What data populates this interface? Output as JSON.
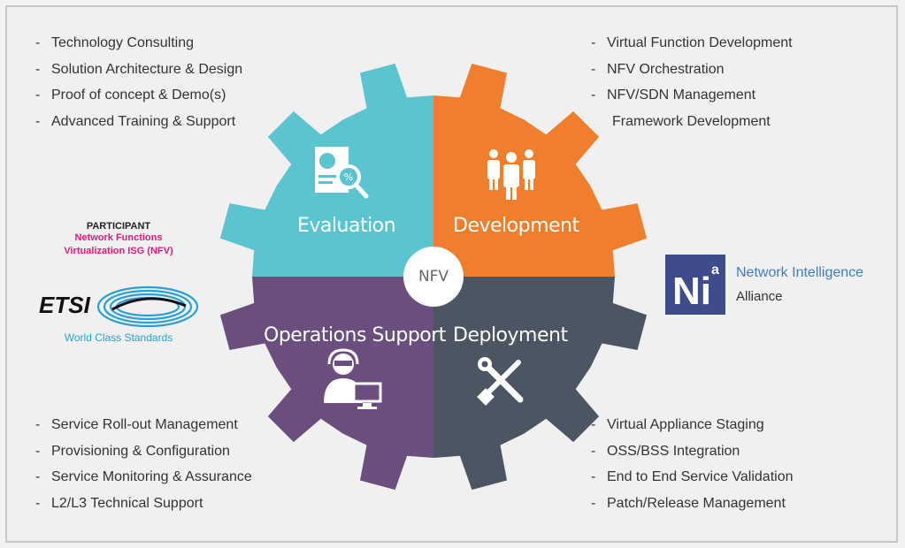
{
  "center": {
    "label": "NFV"
  },
  "quadrants": {
    "evaluation": {
      "label": "Evaluation",
      "color": "#5bc4d0",
      "icon": "report-magnifier-icon"
    },
    "development": {
      "label": "Development",
      "color": "#f07f2d",
      "icon": "team-people-icon"
    },
    "operations": {
      "label": "Operations Support",
      "color": "#6a4e7e",
      "icon": "support-agent-icon"
    },
    "deployment": {
      "label": "Deployment",
      "color": "#4b5662",
      "icon": "wrench-screwdriver-icon"
    }
  },
  "lists": {
    "top_left": [
      "Technology Consulting",
      "Solution Architecture & Design",
      "Proof of concept & Demo(s)",
      "Advanced Training & Support"
    ],
    "top_right": [
      "Virtual Function Development",
      "NFV Orchestration",
      "NFV/SDN Management",
      "Framework Development"
    ],
    "bottom_left": [
      "Service Roll-out Management",
      "Provisioning & Configuration",
      "Service Monitoring & Assurance",
      "L2/L3 Technical Support"
    ],
    "bottom_right": [
      "Virtual Appliance Staging",
      "OSS/BSS Integration",
      "End to End Service Validation",
      "Patch/Release Management"
    ]
  },
  "etsi": {
    "participant": "PARTICIPANT",
    "isg_line1": "Network Functions",
    "isg_line2": "Virtualization ISG (NFV)",
    "logo_text": "ETSI",
    "tagline": "World Class Standards"
  },
  "nia": {
    "logo_text": "Ni",
    "logo_sup": "a",
    "name": "Network Intelligence",
    "sub": "Alliance"
  }
}
